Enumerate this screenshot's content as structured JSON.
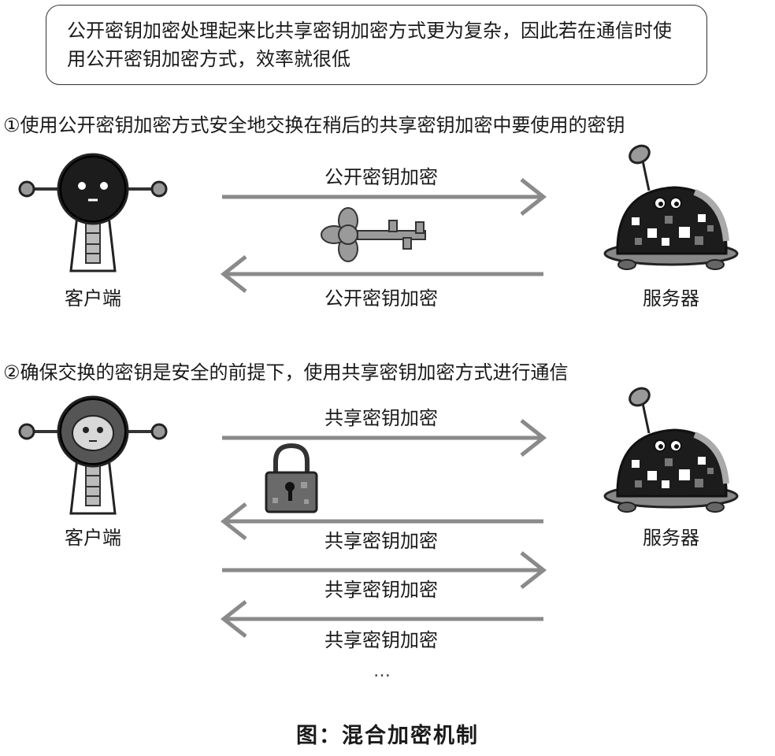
{
  "note": "公开密钥加密处理起来比共享密钥加密方式更为复杂，因此若在通信时使用公开密钥加密方式，效率就很低",
  "step1": {
    "title": "①使用公开密钥加密方式安全地交换在稍后的共享密钥加密中要使用的密钥",
    "client_label": "客户端",
    "server_label": "服务器",
    "arrow_top_label": "公开密钥加密",
    "arrow_bottom_label": "公开密钥加密"
  },
  "step2": {
    "title": "②确保交换的密钥是安全的前提下，使用共享密钥加密方式进行通信",
    "client_label": "客户端",
    "server_label": "服务器",
    "arrow_labels": [
      "共享密钥加密",
      "共享密钥加密",
      "共享密钥加密",
      "共享密钥加密"
    ],
    "ellipsis": "…"
  },
  "caption": "图：混合加密机制",
  "colors": {
    "arrow": "#8a8a8a",
    "robot_dark": "#1c1c1c",
    "robot_gray": "#9a9a9a"
  },
  "icons": [
    "client-robot-icon",
    "server-robot-icon",
    "key-icon",
    "padlock-icon"
  ]
}
